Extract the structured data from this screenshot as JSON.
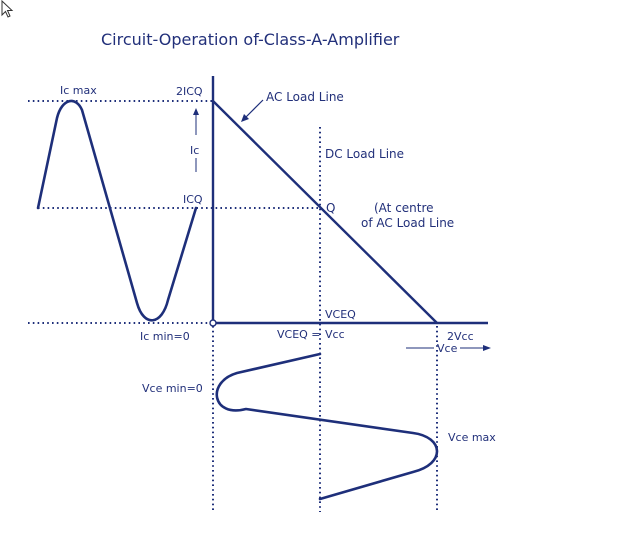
{
  "title": "Circuit-Operation of-Class-A-Amplifier",
  "labels": {
    "ic_max": "Ic max",
    "two_icq": "2ICQ",
    "ac_load_line": "AC Load Line",
    "ic_axis": "Ic",
    "dc_load_line": "DC Load Line",
    "icq": "ICQ",
    "q_point": "Q",
    "q_note_line1": "(At centre",
    "q_note_line2": "of AC Load Line",
    "vceq": "VCEQ",
    "ic_min": "Ic min=0",
    "vceq_eq": "VCEQ =",
    "vcc": "Vcc",
    "two_vcc": "2Vcc",
    "vce_axis": "Vce",
    "vce_min": "Vce min=0",
    "vce_max": "Vce max"
  },
  "icons": {
    "cursor": "mouse-pointer-icon"
  },
  "colors": {
    "ink": "#1e2f7a"
  }
}
